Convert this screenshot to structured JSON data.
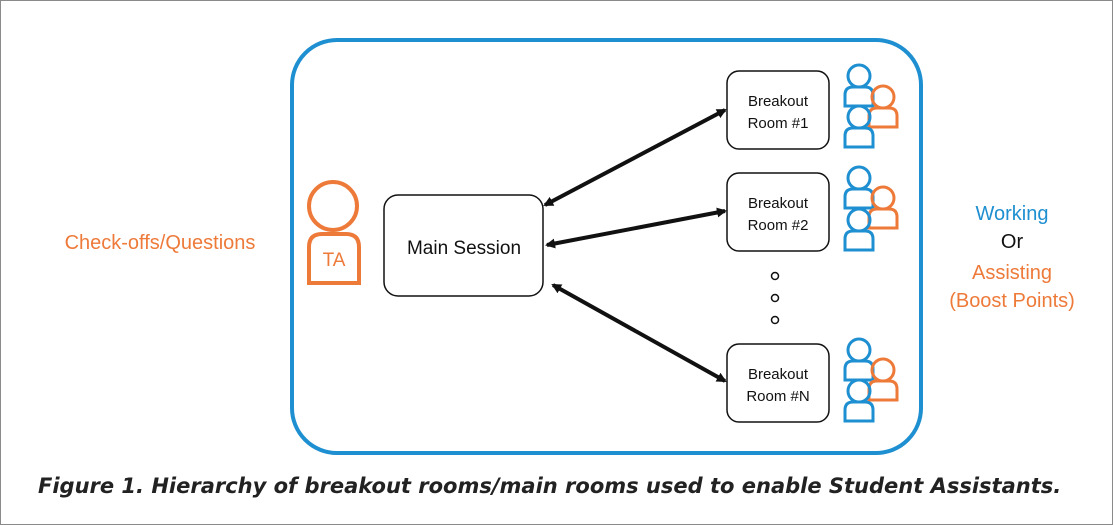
{
  "left_label": "Check-offs/Questions",
  "ta_label": "TA",
  "main_session": "Main Session",
  "rooms": [
    {
      "line1": "Breakout",
      "line2": "Room #1"
    },
    {
      "line1": "Breakout",
      "line2": "Room #2"
    },
    {
      "line1": "Breakout",
      "line2": "Room #N"
    }
  ],
  "right_labels": {
    "working": "Working",
    "or": "Or",
    "assisting": "Assisting",
    "boost": "(Boost Points)"
  },
  "caption": "Figure 1. Hierarchy of breakout rooms/main rooms used to enable Student Assistants.",
  "colors": {
    "blue": "#1e8fd0",
    "orange": "#ee7a3a",
    "black": "#111111"
  }
}
